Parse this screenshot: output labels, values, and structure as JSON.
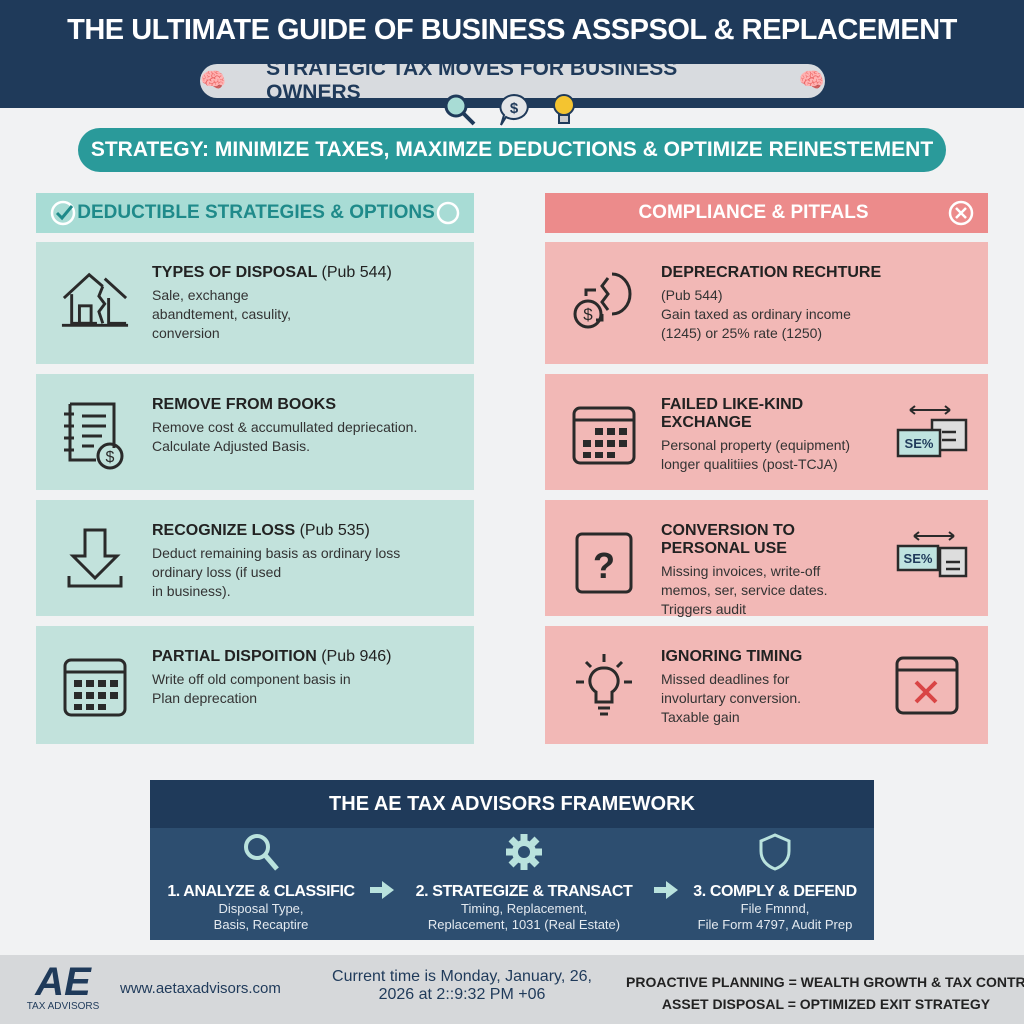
{
  "header": {
    "title": "THE ULTIMATE GUIDE OF BUSINESS ASSPSOL & REPLACEMENT",
    "subtitle": "STRATEGIC TAX MOVES FOR BUSINESS OWNERS"
  },
  "strategy": "STRATEGY: MINIMIZE TAXES, MAXIMZE DEDUCTIONS & OPTIMIZE REINESTEMENT",
  "left": {
    "title": "DEDUCTIBLE STRATEGIES & OPTIONS",
    "items": [
      {
        "title": "TYPES OF DISPOSAL",
        "ref": "(Pub 544)",
        "lines": [
          "Sale, exchange",
          "abandtement, casulity,",
          "conversion"
        ]
      },
      {
        "title": "REMOVE FROM BOOKS",
        "ref": "",
        "lines": [
          "Remove cost & accumullated depriecation.",
          "Calculate Adjusted Basis."
        ]
      },
      {
        "title": "RECOGNIZE LOSS",
        "ref": "(Pub 535)",
        "lines": [
          "Deduct remaining basis as ordinary loss",
          "ordinary loss (if used",
          "in business)."
        ]
      },
      {
        "title": "PARTIAL DISPOITION",
        "ref": "(Pub 946)",
        "lines": [
          "Write off old component basis in",
          "Plan deprecation"
        ]
      }
    ]
  },
  "right": {
    "title": "COMPLIANCE & PITFALS",
    "items": [
      {
        "title": "DEPRECRATION RECHTURE",
        "lines": [
          "(Pub 544)",
          "Gain taxed as ordinary income",
          "(1245) or 25% rate (1250)"
        ]
      },
      {
        "title": "FAILED LIKE-KIND EXCHANGE",
        "lines": [
          "Personal property (equipment)",
          "longer qualitiies (post-TCJA)"
        ],
        "badge": "SE%"
      },
      {
        "title": "CONVERSION TO PERSONAL USE",
        "lines": [
          "Missing invoices, write-off",
          "memos, ser, service dates.",
          "Triggers audit"
        ],
        "badge": "SE%"
      },
      {
        "title": "IGNORING TIMING",
        "lines": [
          "Missed deadlines for",
          "involurtary conversion.",
          "Taxable gain"
        ]
      }
    ]
  },
  "framework": {
    "title": "THE AE TAX ADVISORS FRAMEWORK",
    "steps": [
      {
        "title": "1. ANALYZE & CLASSIFIC",
        "lines": [
          "Disposal Type,",
          "Basis, Recaptire"
        ]
      },
      {
        "title": "2. STRATEGIZE & TRANSACT",
        "lines": [
          "Timing, Replacement,",
          "Replacement, 1031 (Real Estate)"
        ]
      },
      {
        "title": "3. COMPLY & DEFEND",
        "lines": [
          "File Fmnnd,",
          "File Form 4797, Audit Prep"
        ]
      }
    ]
  },
  "footer": {
    "logo": "AE",
    "logo_sub": "TAX ADVISORS",
    "url": "www.aetaxadvisors.com",
    "time_line1": "Current time is Monday, January, 26,",
    "time_line2": "2026 at 2::9:32 PM +06",
    "tag1": "PROACTIVE PLANNING = WEALTH GROWTH & TAX CONTROL",
    "tag2": "ASSET DISPOSAL = OPTIMIZED EXIT STRATEGY"
  },
  "colors": {
    "navy": "#1f3a5a",
    "teal": "#2a9a9a",
    "pink": "#ec8b8b",
    "light_teal": "#c2e2dc",
    "light_pink": "#f2b8b6"
  }
}
